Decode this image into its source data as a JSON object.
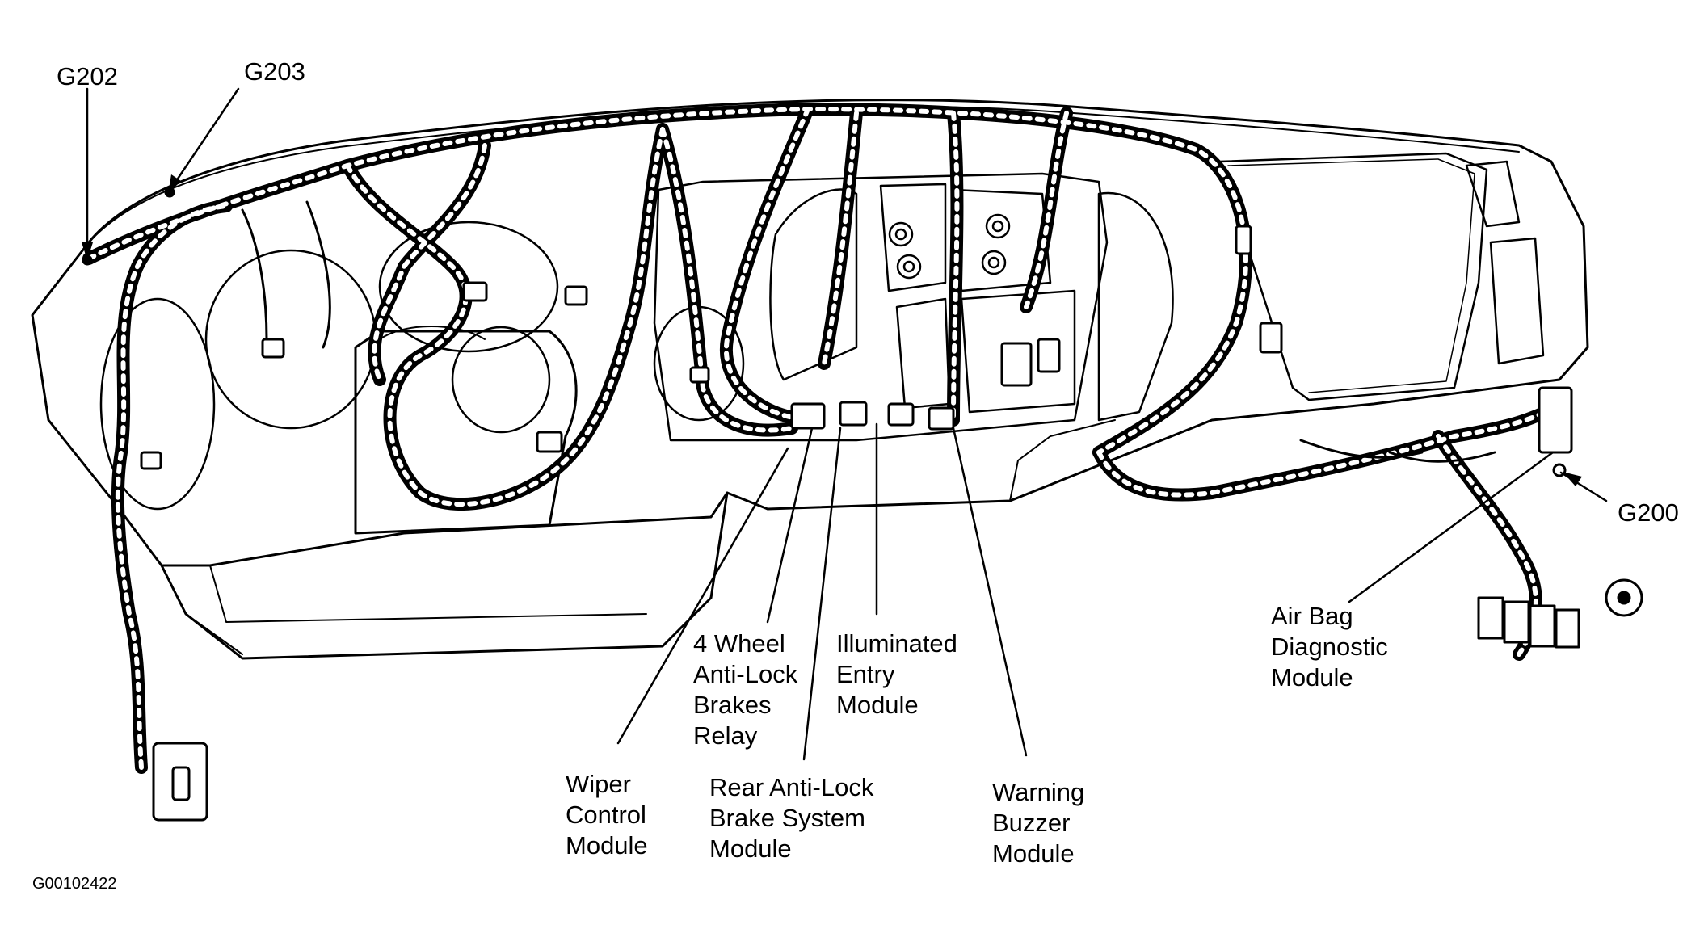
{
  "ground_labels": {
    "g202": "G202",
    "g203": "G203",
    "g200": "G200"
  },
  "callouts": {
    "wiper": [
      "Wiper",
      "Control",
      "Module"
    ],
    "four_wheel_abs": [
      "4 Wheel",
      "Anti-Lock",
      "Brakes",
      "Relay"
    ],
    "rear_abs": [
      "Rear Anti-Lock",
      "Brake System",
      "Module"
    ],
    "illuminated_entry": [
      "Illuminated",
      "Entry",
      "Module"
    ],
    "warning_buzzer": [
      "Warning",
      "Buzzer",
      "Module"
    ],
    "air_bag": [
      "Air Bag",
      "Diagnostic",
      "Module"
    ]
  },
  "figure_id": "G00102422",
  "colors": {
    "ink": "#000000",
    "paper": "#ffffff"
  }
}
